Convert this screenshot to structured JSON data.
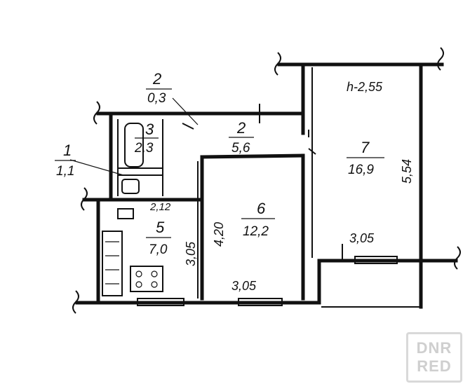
{
  "rooms": [
    {
      "id": "1",
      "number": "1",
      "area": "1,1"
    },
    {
      "id": "2a",
      "number": "2",
      "area": "0,3"
    },
    {
      "id": "2b",
      "number": "2",
      "area": "5,6"
    },
    {
      "id": "3",
      "number": "3",
      "area": "2,3"
    },
    {
      "id": "5",
      "number": "5",
      "area": "7,0"
    },
    {
      "id": "6",
      "number": "6",
      "area": "12,2"
    },
    {
      "id": "7",
      "number": "7",
      "area": "16,9"
    }
  ],
  "dimensions": {
    "ceiling_height": "h-2,55",
    "room7_length": "5,54",
    "room7_width": "3,05",
    "room6_length": "4,20",
    "room6_width": "3,05",
    "kitchen_length": "3,05",
    "kitchen_width": "2,12"
  },
  "watermark": {
    "line1": "DNR",
    "line2": "RED"
  }
}
